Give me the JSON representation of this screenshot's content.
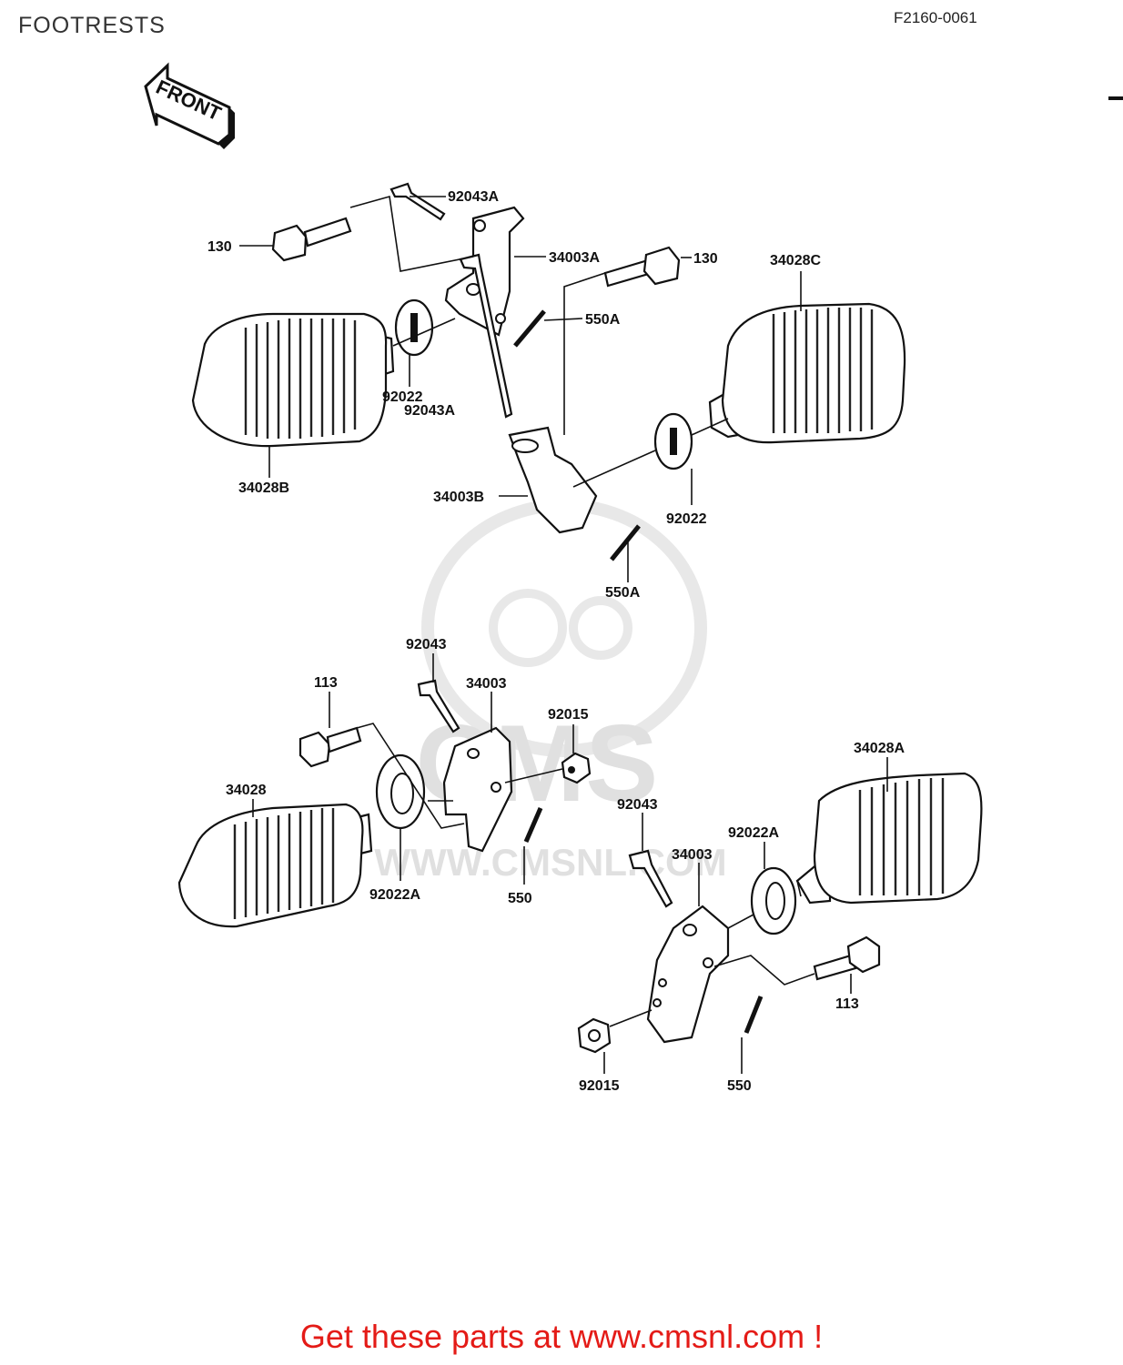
{
  "header": {
    "title": "FOOTRESTS",
    "diagram_code": "F2160-0061"
  },
  "front_arrow_label": "FRONT",
  "watermark": {
    "logo_text": "CMS",
    "url_text": "WWW.CMSNL.COM"
  },
  "callouts": {
    "p92043A_top": "92043A",
    "p130_top": "130",
    "p34003A": "34003A",
    "p34028C": "34028C",
    "p550A_top": "550A",
    "p130_mid": "130",
    "p92022_left": "92022",
    "p92043A_mid": "92043A",
    "p34028B": "34028B",
    "p34003B": "34003B",
    "p92022_right": "92022",
    "p550A_bottom": "550A",
    "p92043_left": "92043",
    "p113_left": "113",
    "p34003_left": "34003",
    "p92015_top": "92015",
    "p34028A": "34028A",
    "p34028": "34028",
    "p92043_right": "92043",
    "p92022A_right": "92022A",
    "p34003_right": "34003",
    "p92022A_left": "92022A",
    "p550_left": "550",
    "p113_right": "113",
    "p92015_bottom": "92015",
    "p550_right": "550"
  },
  "footer": {
    "link_text": "Get these parts at www.cmsnl.com !",
    "link_color": "#e41b17"
  }
}
